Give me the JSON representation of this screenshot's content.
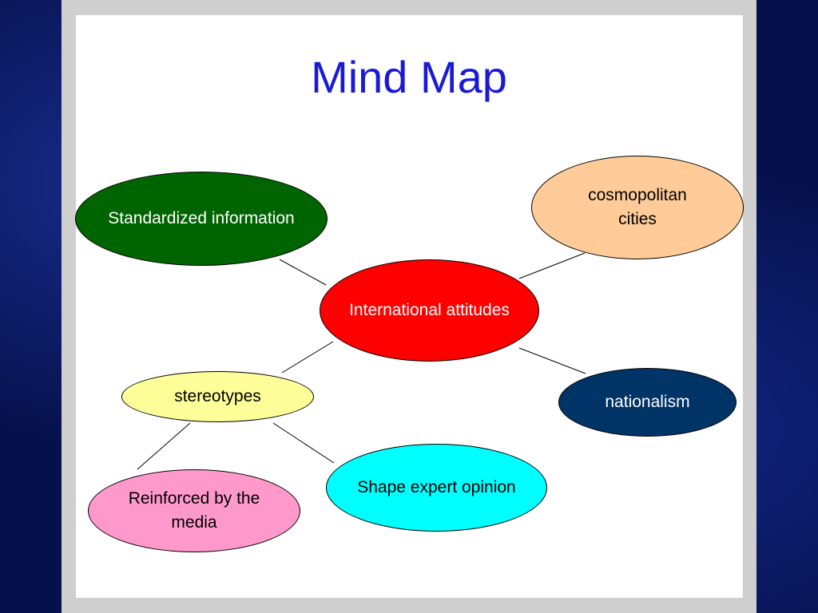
{
  "title": "Mind Map",
  "nodes": {
    "center": {
      "label": "International attitudes"
    },
    "standardized": {
      "label": "Standardized information"
    },
    "cosmopolitan": {
      "label": "cosmopolitan cities"
    },
    "nationalism": {
      "label": "nationalism"
    },
    "stereotypes": {
      "label": "stereotypes"
    },
    "reinforced": {
      "label": "Reinforced by the media"
    },
    "shape": {
      "label": "Shape expert opinion"
    }
  },
  "colors": {
    "center": "#ff0000",
    "standardized": "#006400",
    "cosmopolitan": "#ffcc99",
    "nationalism": "#003366",
    "stereotypes": "#ffff99",
    "reinforced": "#ff99cc",
    "shape": "#00ffff",
    "title": "#1a1ad6"
  }
}
